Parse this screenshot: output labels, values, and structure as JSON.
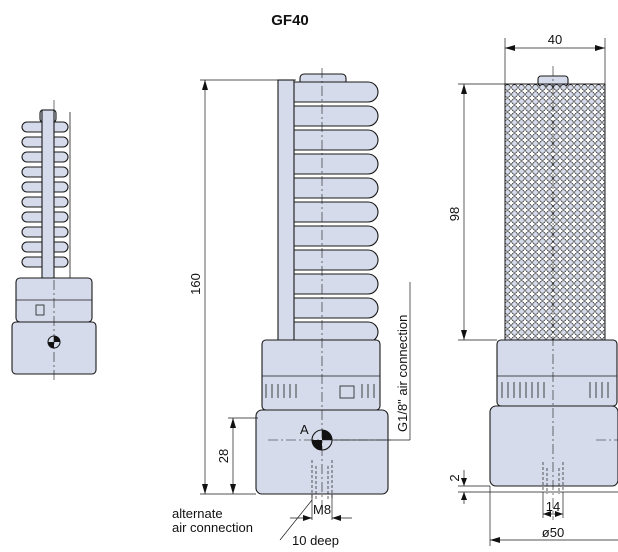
{
  "title": "GF40",
  "dimensions": {
    "height_total": "160",
    "base_height": "28",
    "thread": "M8",
    "thread_depth": "10 deep",
    "filter_width": "40",
    "filter_height": "98",
    "offset": "2",
    "bolt_spacing": "14",
    "base_diameter": "ø50"
  },
  "labels": {
    "port_marker": "A",
    "air_connection": "G1/8\"  air connection",
    "alternate_line1": "alternate",
    "alternate_line2": "air connection"
  }
}
